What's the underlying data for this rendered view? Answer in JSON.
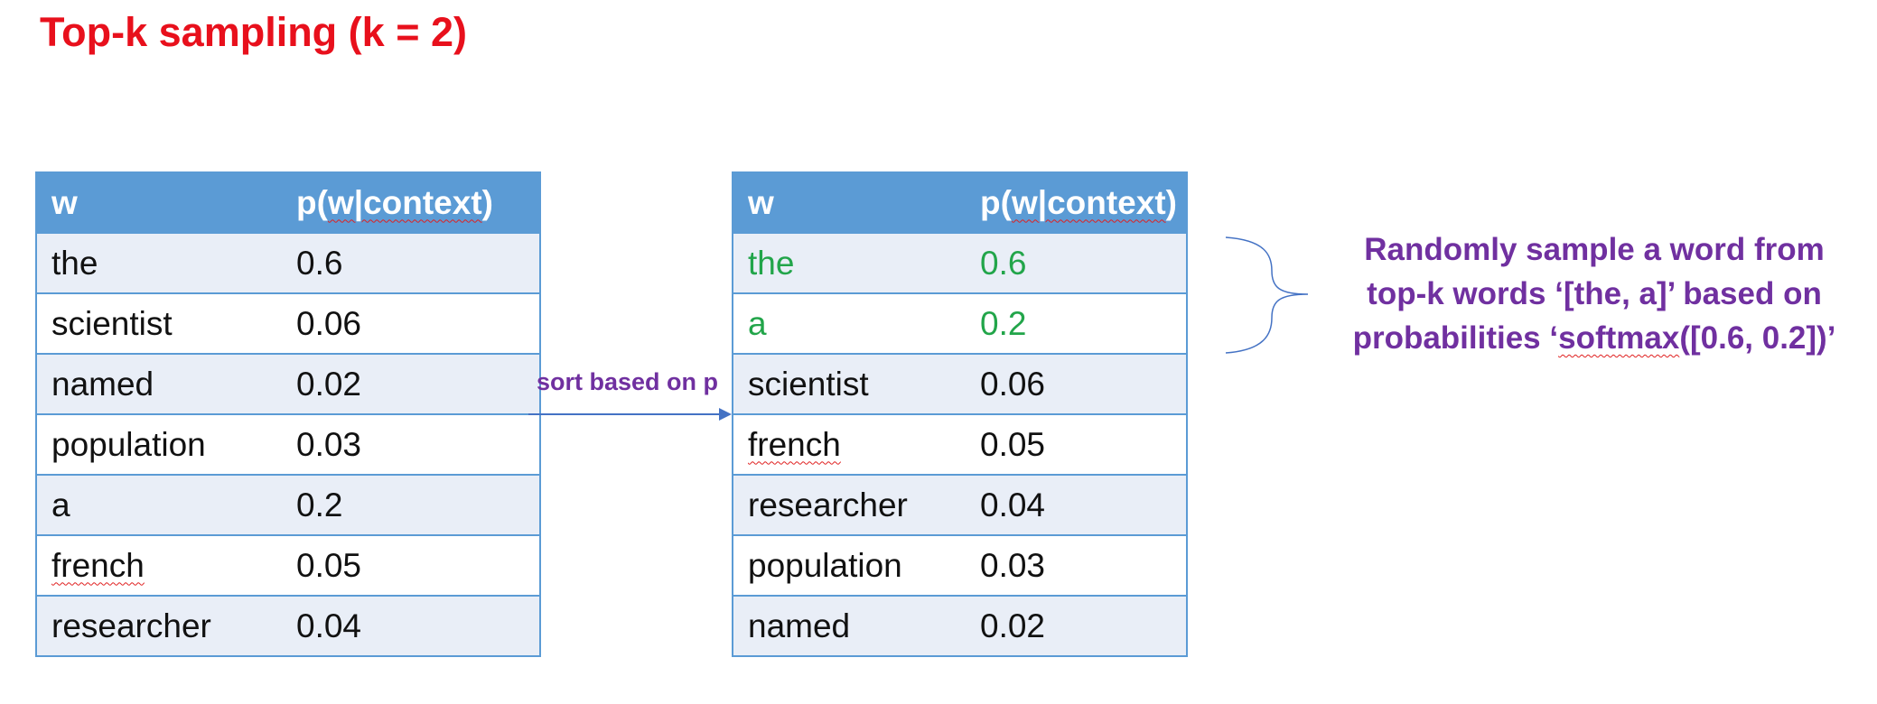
{
  "title": "Top-k sampling (k = 2)",
  "left_table": {
    "headers": [
      "w",
      "p(w|context)"
    ],
    "rows": [
      {
        "w": "the",
        "p": "0.6"
      },
      {
        "w": "scientist",
        "p": "0.06"
      },
      {
        "w": "named",
        "p": "0.02"
      },
      {
        "w": "population",
        "p": "0.03"
      },
      {
        "w": "a",
        "p": "0.2"
      },
      {
        "w": "french",
        "p": "0.05"
      },
      {
        "w": "researcher",
        "p": "0.04"
      }
    ]
  },
  "arrow_label": "sort based on p",
  "right_table": {
    "headers": [
      "w",
      "p(w|context)"
    ],
    "rows": [
      {
        "w": "the",
        "p": "0.6"
      },
      {
        "w": "a",
        "p": "0.2"
      },
      {
        "w": "scientist",
        "p": "0.06"
      },
      {
        "w": "french",
        "p": "0.05"
      },
      {
        "w": "researcher",
        "p": "0.04"
      },
      {
        "w": "population",
        "p": "0.03"
      },
      {
        "w": "named",
        "p": "0.02"
      }
    ]
  },
  "note": {
    "line1": "Randomly sample a word from",
    "line2": "top-k words ‘[the, a]’ based on",
    "line3_prefix": "probabilities ‘",
    "line3_func": "softmax",
    "line3_suffix": "([0.6, 0.2])’"
  },
  "colors": {
    "title": "#e8101c",
    "header_bg": "#5b9bd5",
    "row_alt_bg": "#e9eef7",
    "highlight": "#22a54a",
    "purple": "#7030a0",
    "arrow": "#4472c4"
  }
}
